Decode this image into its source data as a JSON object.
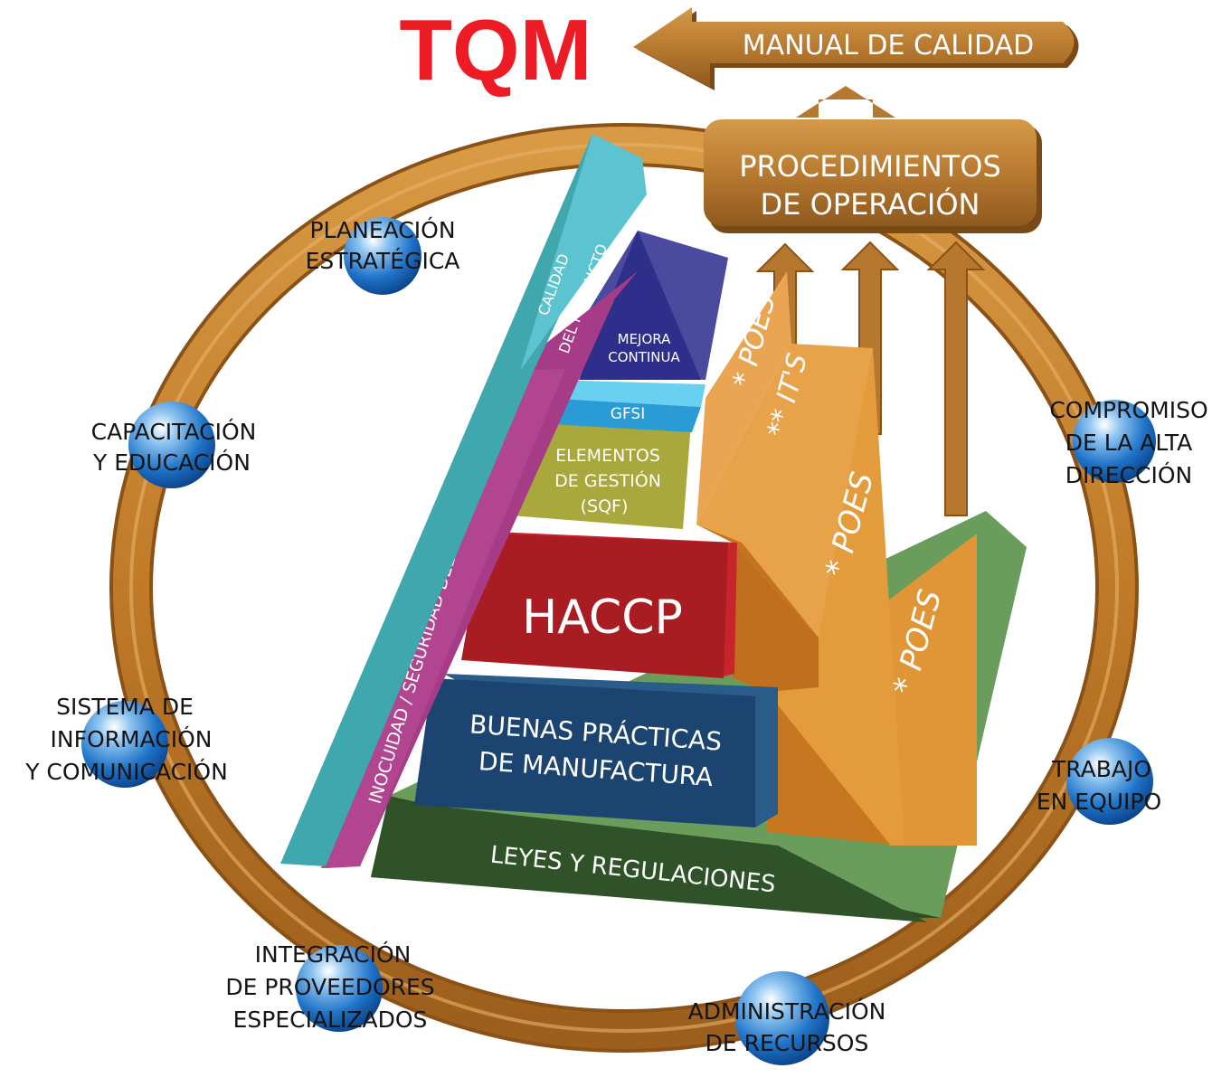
{
  "title": "TQM",
  "manual": "MANUAL DE CALIDAD",
  "procedures": {
    "line1": "PROCEDIMIENTOS",
    "line2": "DE OPERACIÓN"
  },
  "pillars": {
    "quality": {
      "line1": "CALIDAD",
      "line2": "DEL PRODUCTO"
    },
    "safety": "INOCUIDAD / SEGURIDAD DEL PRODUCTO"
  },
  "pyramid": {
    "mejora": {
      "line1": "MEJORA",
      "line2": "CONTINUA"
    },
    "gfsi": "GFSI",
    "elementos": {
      "line1": "ELEMENTOS",
      "line2": "DE GESTIÓN",
      "line3": "(SQF)"
    },
    "haccp": "HACCP",
    "bpm": {
      "line1": "BUENAS PRÁCTICAS",
      "line2": "DE MANUFACTURA"
    },
    "leyes": "LEYES Y REGULACIONES"
  },
  "poes": {
    "top1": "* POES",
    "top2": "** IT'S",
    "mid": "* POES",
    "low": "* POES"
  },
  "ring_nodes": {
    "planeacion": {
      "line1": "PLANEACIÓN",
      "line2": "ESTRATÉGICA"
    },
    "capacitacion": {
      "line1": "CAPACITACIÓN",
      "line2": "Y EDUCACIÓN"
    },
    "sistema": {
      "line1": "SISTEMA DE",
      "line2": "INFORMACIÓN",
      "line3": "Y COMUNICACIÓN"
    },
    "integracion": {
      "line1": "INTEGRACIÓN",
      "line2": "DE PROVEEDORES",
      "line3": "ESPECIALIZADOS"
    },
    "administracion": {
      "line1": "ADMINISTRACIÓN",
      "line2": "DE RECURSOS"
    },
    "trabajo": {
      "line1": "TRABAJO",
      "line2": "EN EQUIPO"
    },
    "compromiso": {
      "line1": "COMPROMISO",
      "line2": "DE LA ALTA",
      "line3": "DIRECCIÓN"
    }
  },
  "colors": {
    "title": "#ed1c24",
    "ring": "#c9822c",
    "arrow": "#b5782e",
    "teal": "#3fa7ae",
    "magenta": "#a63c87",
    "navy": "#2d2f8a",
    "gfsi": "#2b9bd6",
    "olive": "#a9a83c",
    "haccp": "#a81c22",
    "bpm": "#1b4470",
    "leyes": "#2e4f24",
    "poes": "#e49b3c",
    "sphere": "#1f73c8"
  }
}
